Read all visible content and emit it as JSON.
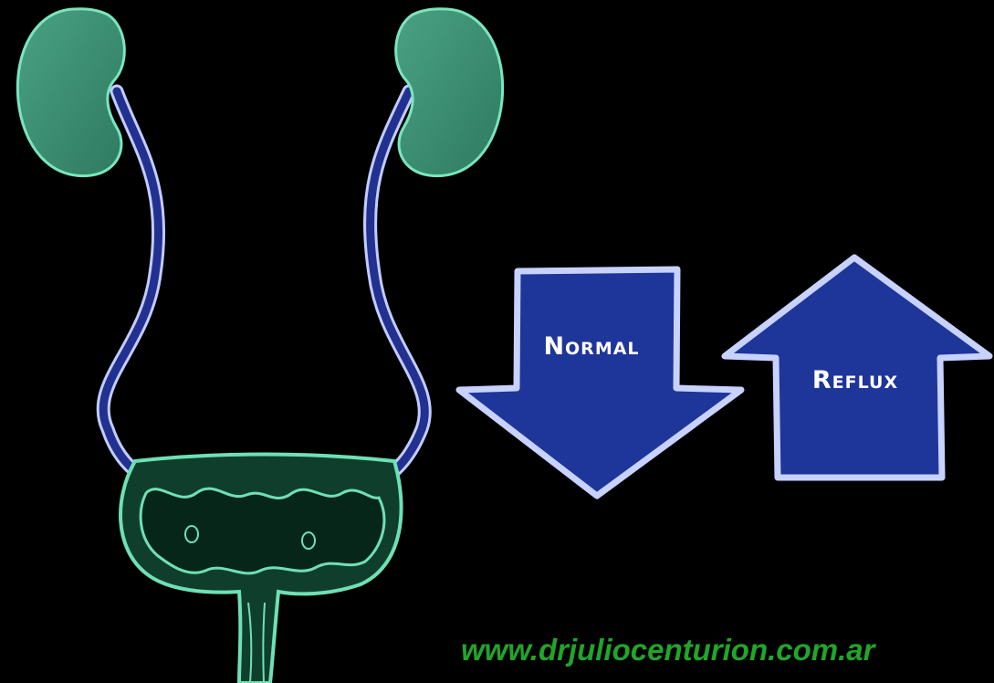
{
  "diagram": {
    "arrows": [
      {
        "label": "Normal",
        "direction": "down"
      },
      {
        "label": "Reflux",
        "direction": "up"
      }
    ]
  },
  "watermark": {
    "text": "www.drjuliocenturion.com.ar"
  },
  "colors": {
    "background": "#000000",
    "organ_fill": "#3f8f73",
    "bladder_fill": "#0f3f2c",
    "organ_outline": "#6fe0b5",
    "ureter_fill": "#1f2f8a",
    "ureter_outline": "#9aa6e8",
    "arrow_fill": "#1e3599",
    "arrow_outline": "#c8d2ff",
    "label_color": "#ffffff",
    "watermark_color": "#21a52a"
  }
}
